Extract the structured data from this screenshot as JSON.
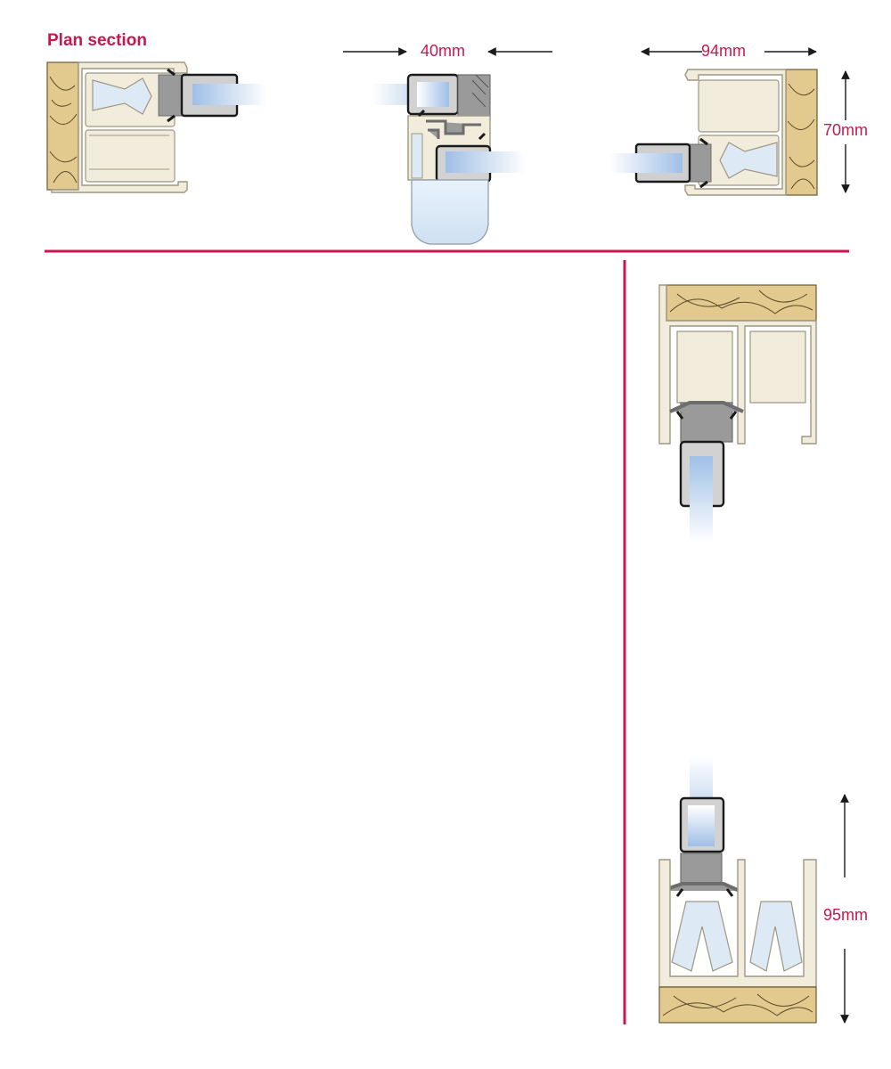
{
  "title": "Plan section",
  "dimensions": {
    "mullion_width": "40mm",
    "frame_width": "94mm",
    "frame_height": "70mm",
    "vertical_frame_height": "95mm"
  },
  "colors": {
    "accent": "#c8174f",
    "timber": "#e2c98d",
    "timber_grain": "#5a4a2a",
    "frame_fill": "#f1ecdc",
    "frame_stroke": "#9e9882",
    "gasket": "#9a9a9a",
    "glass": "#bcd4ee",
    "dark": "#1a1a1a"
  }
}
